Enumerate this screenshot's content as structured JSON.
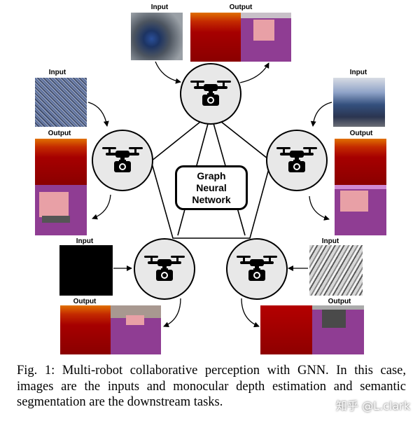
{
  "figure": {
    "input_label": "Input",
    "output_label": "Output",
    "gnn_lines": [
      "Graph",
      "Neural",
      "Network"
    ],
    "colors": {
      "depth_red": "#a00000",
      "segmentation_purple": "#8f3d93",
      "drone_fill": "#e8e8e8",
      "outline": "#000000"
    },
    "icons": [
      "drone-icon"
    ]
  },
  "caption": {
    "text": "Fig. 1: Multi-robot collaborative perception with GNN. In this case, images are the inputs and monocular depth estimation and semantic segmentation are the downstream tasks."
  },
  "watermark": {
    "text": "知乎 @L.clark"
  }
}
